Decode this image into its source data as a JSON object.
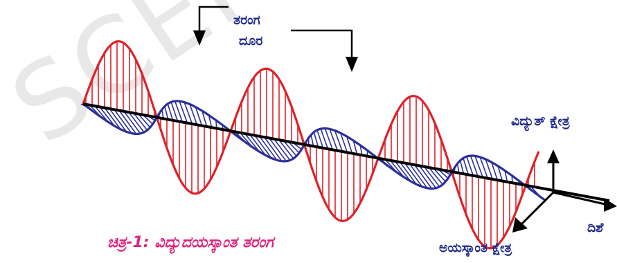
{
  "watermark": "SCERT",
  "labels": {
    "wavelength_line1": "ತರಂಗ",
    "wavelength_line2": "ದೂರ",
    "electric_field": "ವಿದ್ಯುತ್ ಕ್ಷೇತ್ರ",
    "direction": "ದಿಶೆ",
    "magnetic_field": "ಅಯಸ್ಕಾಂತ ಕ್ಷೇತ್ರ"
  },
  "caption": "ಚಿತ್ರ-1: ವಿದ್ಯುದಯಸ್ಕಾಂತ ತರಂಗ",
  "colors": {
    "electric_wave": "#e02028",
    "magnetic_wave": "#2b2f9a",
    "label_text": "#1f2a8c",
    "caption_text": "#e0247b",
    "axis": "#000000",
    "watermark": "#e8e8e8"
  },
  "icons": [
    "arrow-down-icon",
    "arrow-up-icon",
    "arrow-right-icon",
    "arrow-down-left-icon"
  ]
}
